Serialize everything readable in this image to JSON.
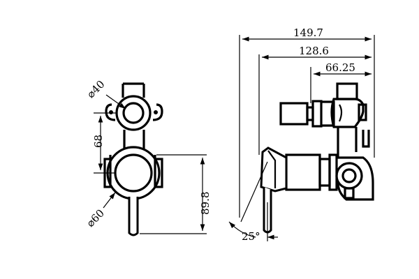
{
  "drawing": {
    "front_view": {
      "dim_diameter_small": "⌀40",
      "dim_height_spacing": "68",
      "dim_diameter_large": "⌀60",
      "dim_height_total": "89.8"
    },
    "side_view": {
      "dim_depth_total": "149.7",
      "dim_depth_mid": "128.6",
      "dim_depth_small": "66.25",
      "dim_angle": "25°"
    }
  }
}
